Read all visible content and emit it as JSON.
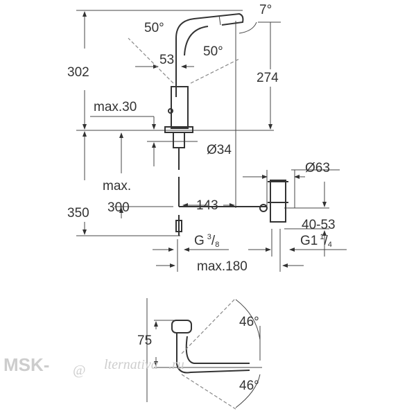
{
  "drawing": {
    "height_total": "302",
    "spout_angle_left": "50°",
    "spout_tilt": "7°",
    "lever_width": "53",
    "spout_angle_right": "50°",
    "outlet_height": "274",
    "max_thickness": "max.30",
    "base_diameter": "Ø34",
    "drain_diameter": "Ø63",
    "max_hose_label": "max.",
    "max_hose_value": "300",
    "below_height": "350",
    "projection": "143",
    "drain_range": "40-53",
    "supply_thread_main": "G",
    "supply_thread_num": "3",
    "supply_thread_den": "8",
    "drain_thread_main": "G1",
    "drain_thread_num": "1",
    "drain_thread_den": "4",
    "max_distance": "max.180",
    "top_view_depth": "75",
    "swivel_angle_top": "46°",
    "swivel_angle_bottom": "46°"
  },
  "watermark": {
    "prefix": "MSK-",
    "at": "@",
    "suffix": "lternativa",
    "tld": ".ru"
  }
}
